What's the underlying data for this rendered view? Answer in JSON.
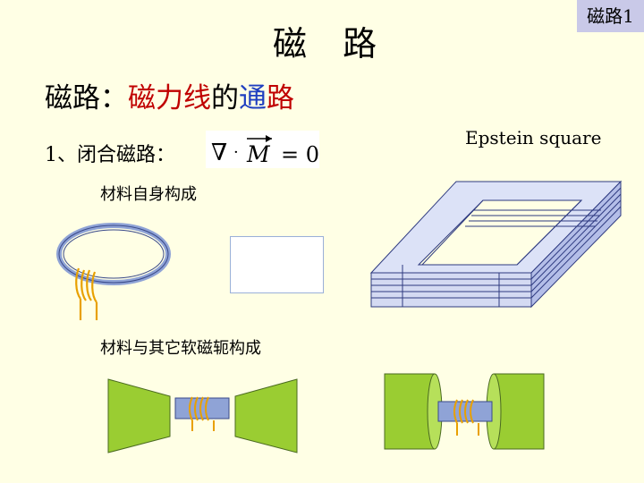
{
  "header": {
    "title": "磁 路",
    "badge": "磁路1"
  },
  "subtitle": {
    "part1": "磁路：",
    "part2": "磁力线",
    "part3": "的",
    "part4": "通",
    "part5": "路"
  },
  "closed_circuit": {
    "label": "1、闭合磁路：",
    "formula_nabla": "∇",
    "formula_dot": "·",
    "formula_var": "M",
    "formula_rhs": "= 0"
  },
  "figures": {
    "epstein_label": "Epstein square",
    "material_self": "材料自身构成",
    "material_other": "材料与其它软磁轭构成"
  },
  "colors": {
    "background": "#FFFFE5",
    "badge": "#C9C9E8",
    "coil": "#E8A000",
    "yoke": "#9ACD32",
    "core": "#8FA3D6",
    "laminate": "#B4BEE8"
  }
}
